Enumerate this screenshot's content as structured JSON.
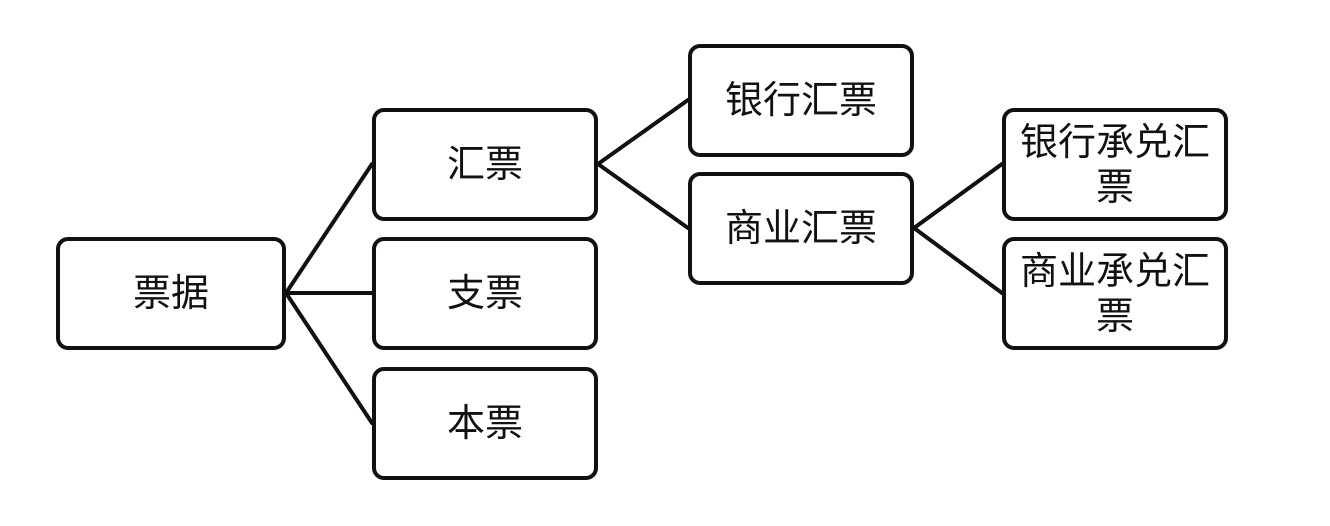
{
  "diagram": {
    "colors": {
      "line": "#111111",
      "box_border": "#111111",
      "box_fill": "#ffffff",
      "text": "#111111"
    },
    "nodes": {
      "root": "票据",
      "draft": "汇票",
      "cheque": "支票",
      "promissory": "本票",
      "bank_draft": "银行汇票",
      "commercial_draft": "商业汇票",
      "bank_acceptance": "银行承兑汇票",
      "commercial_acceptance": "商业承兑汇票"
    }
  }
}
